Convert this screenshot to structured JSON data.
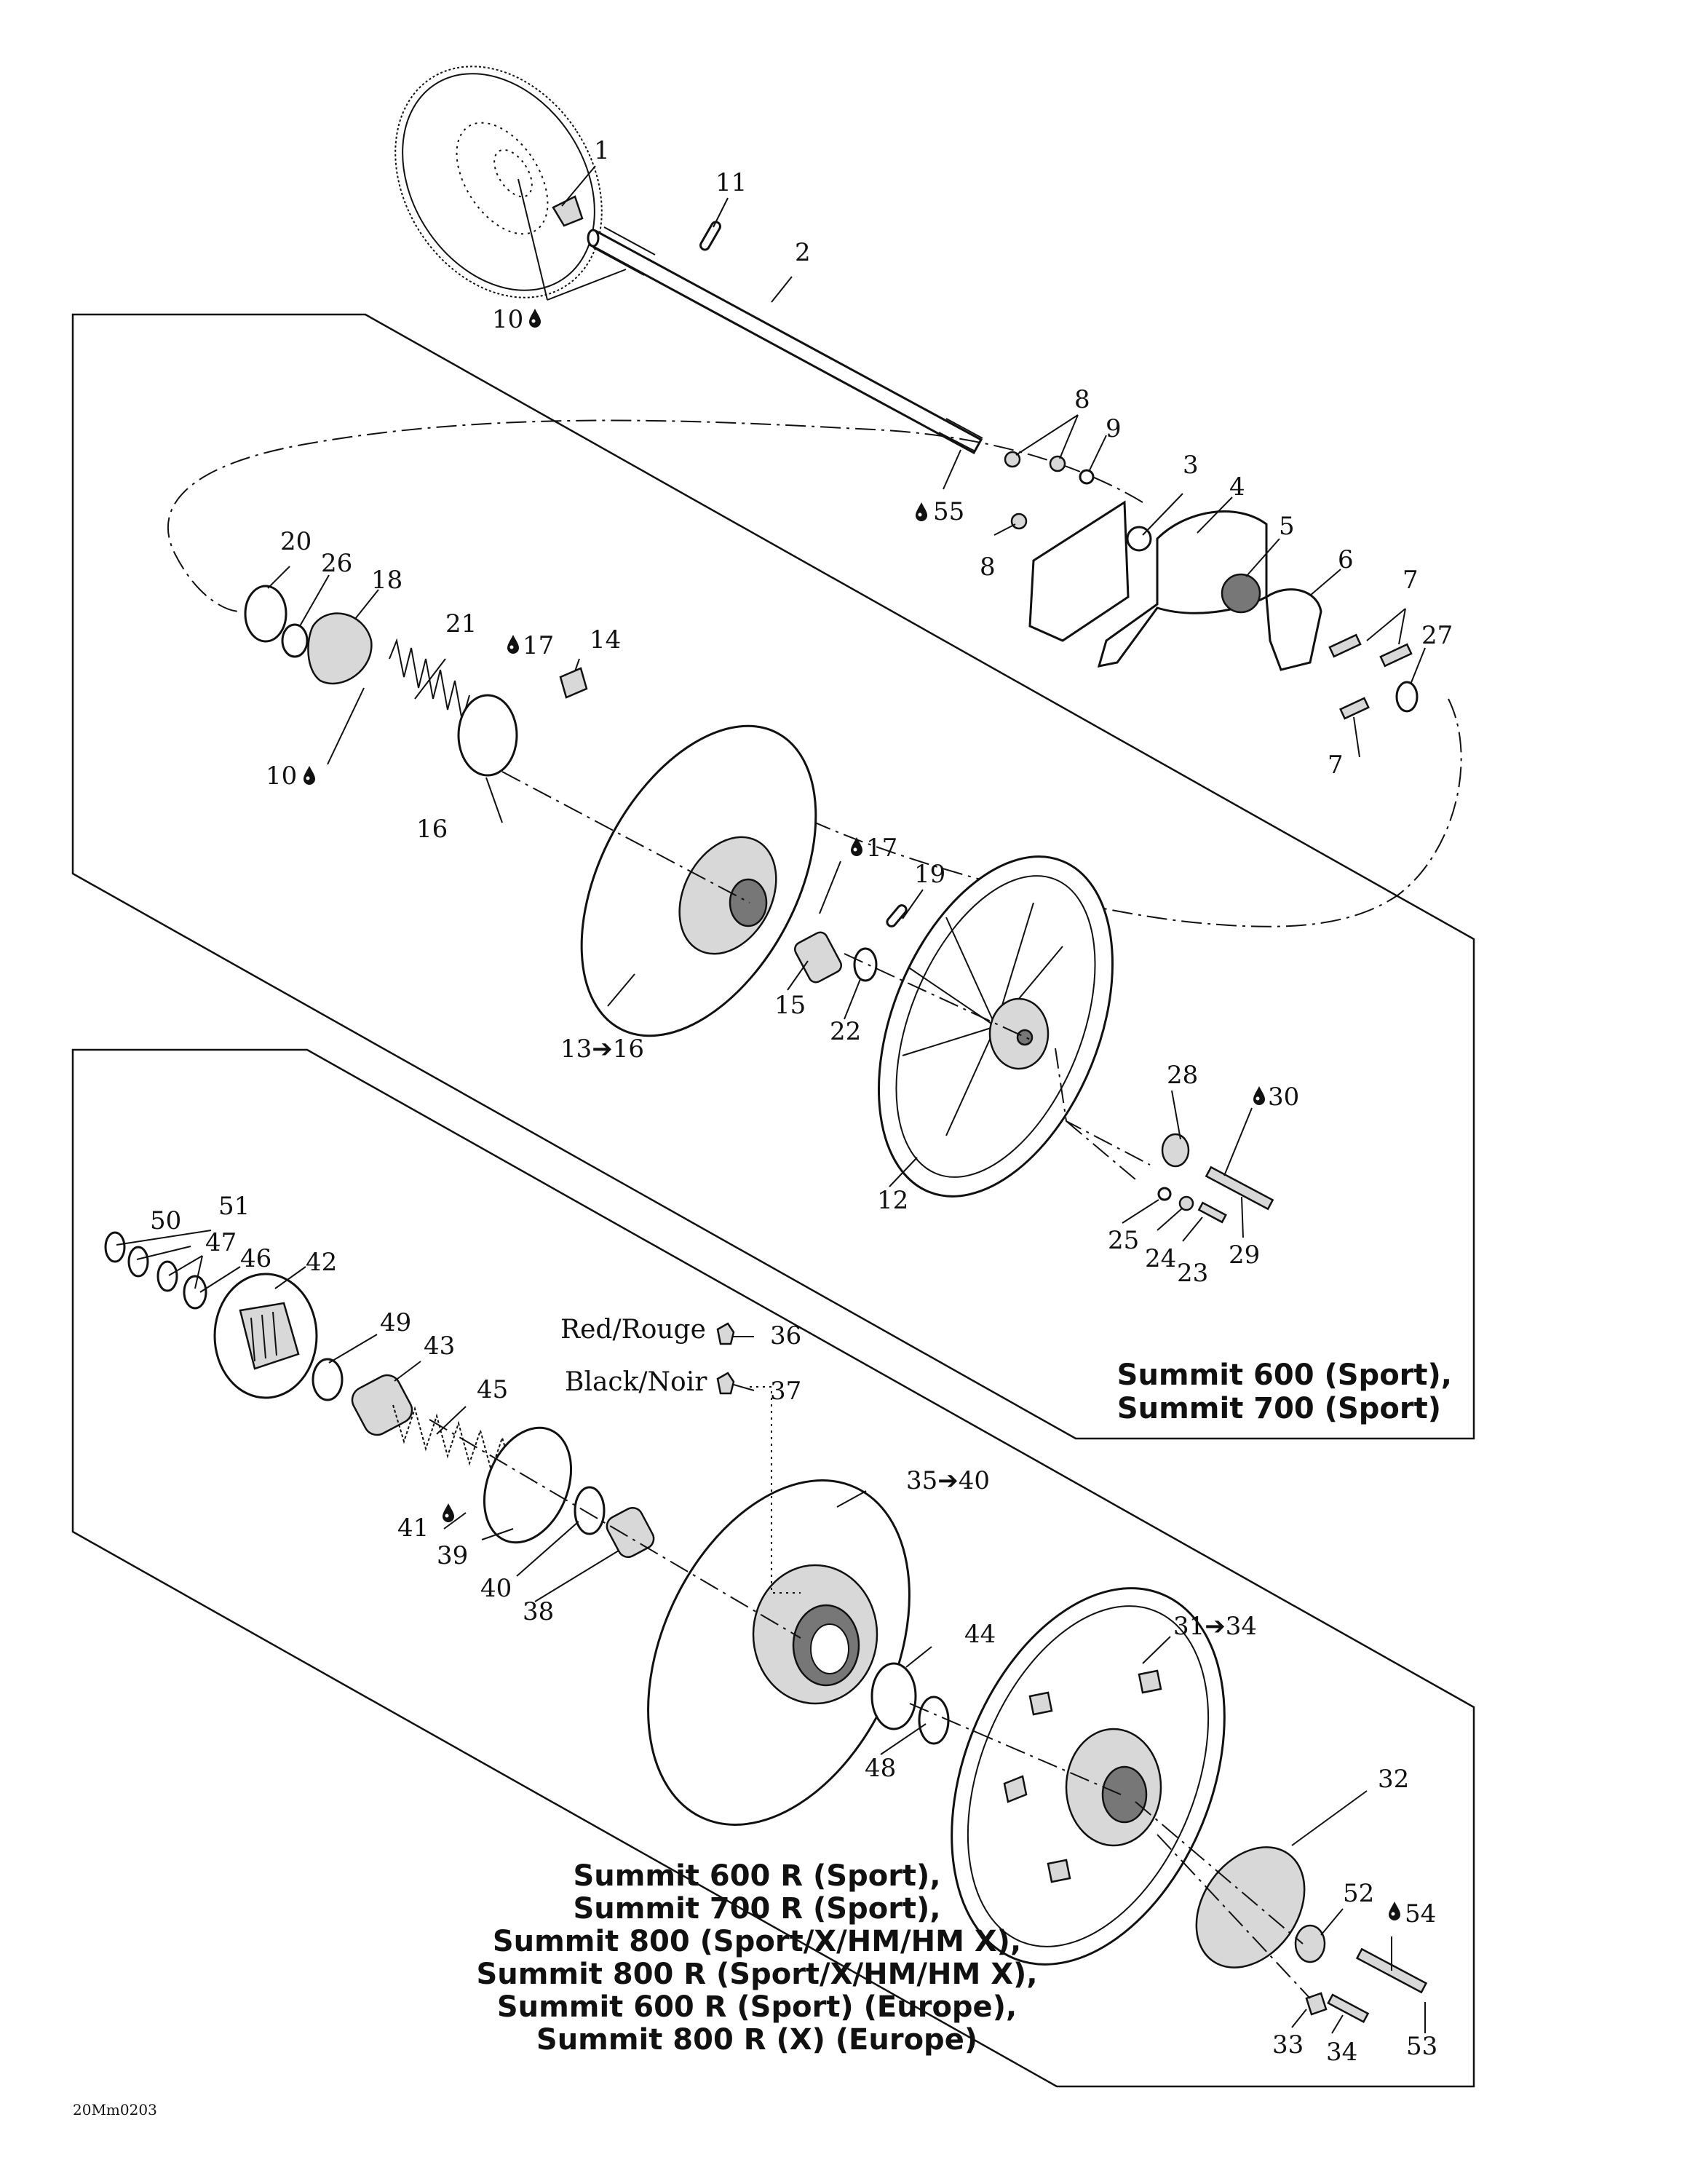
{
  "callouts": {
    "c1": "1",
    "c2": "2",
    "c3": "3",
    "c4": "4",
    "c5": "5",
    "c6": "6",
    "c7a": "7",
    "c7b": "7",
    "c8a": "8",
    "c8b": "8",
    "c9": "9",
    "c10a": "10",
    "c10b": "10",
    "c11": "11",
    "c12": "12",
    "c13": "13➔16",
    "c14": "14",
    "c15": "15",
    "c16": "16",
    "c17a": "17",
    "c17b": "17",
    "c18": "18",
    "c19": "19",
    "c20": "20",
    "c21": "21",
    "c22": "22",
    "c23": "23",
    "c24": "24",
    "c25": "25",
    "c26": "26",
    "c27": "27",
    "c28": "28",
    "c29": "29",
    "c30": "30",
    "c31": "31➔34",
    "c32": "32",
    "c33": "33",
    "c34": "34",
    "c35": "35➔40",
    "c36": "36",
    "c37": "37",
    "c38": "38",
    "c39": "39",
    "c40": "40",
    "c41": "41",
    "c42": "42",
    "c43": "43",
    "c44": "44",
    "c45": "45",
    "c46": "46",
    "c47": "47",
    "c48": "48",
    "c49": "49",
    "c50": "50",
    "c51": "51",
    "c52": "52",
    "c53": "53",
    "c54": "54",
    "c55": "55"
  },
  "labels": {
    "red": "Red/Rouge",
    "black": "Black/Noir"
  },
  "models_top": [
    "Summit 600 (Sport),",
    "Summit 700 (Sport)"
  ],
  "models_bottom": [
    "Summit 600 R (Sport),",
    "Summit 700 R (Sport),",
    "Summit 800 (Sport/X/HM/HM X),",
    "Summit 800 R (Sport/X/HM/HM X),",
    "Summit 600 R (Sport) (Europe),",
    "Summit 800 R (X) (Europe)"
  ],
  "figure_code": "20Mm0203"
}
